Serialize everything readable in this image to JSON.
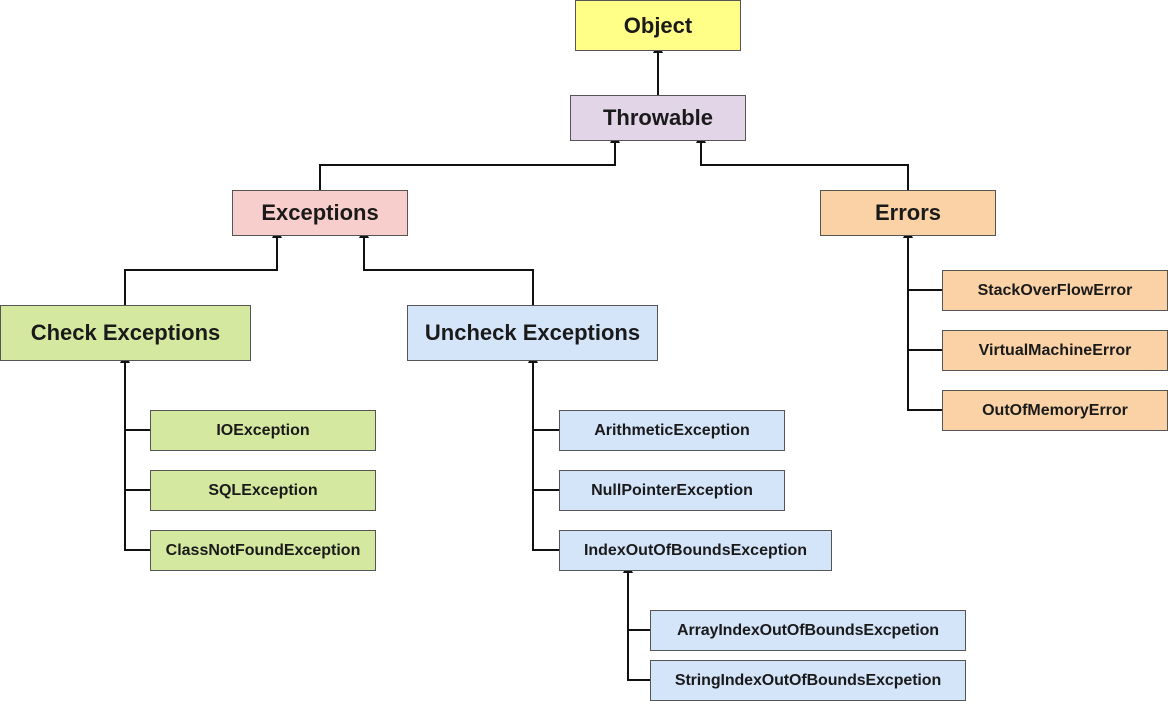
{
  "colors": {
    "object": "#ffff88",
    "throwable": "#e1d5e7",
    "exceptions": "#f8cecc",
    "errors": "#fad2a5",
    "checked": "#d5e8a0",
    "unchecked": "#d4e5fa",
    "line": "#111111"
  },
  "nodes": {
    "object": "Object",
    "throwable": "Throwable",
    "exceptions": "Exceptions",
    "errors": "Errors",
    "check_exceptions": "Check Exceptions",
    "uncheck_exceptions": "Uncheck Exceptions",
    "io_exception": "IOException",
    "sql_exception": "SQLException",
    "class_not_found_exception": "ClassNotFoundException",
    "arithmetic_exception": "ArithmeticException",
    "null_pointer_exception": "NullPointerException",
    "index_out_of_bounds_exception": "IndexOutOfBoundsException",
    "array_index_out_of_bounds_excpetion": "ArrayIndexOutOfBoundsExcpetion",
    "string_index_out_of_bounds_excpetion": "StringIndexOutOfBoundsExcpetion",
    "stack_over_flow_error": "StackOverFlowError",
    "virtual_machine_error": "VirtualMachineError",
    "out_of_memory_error": "OutOfMemoryError"
  }
}
